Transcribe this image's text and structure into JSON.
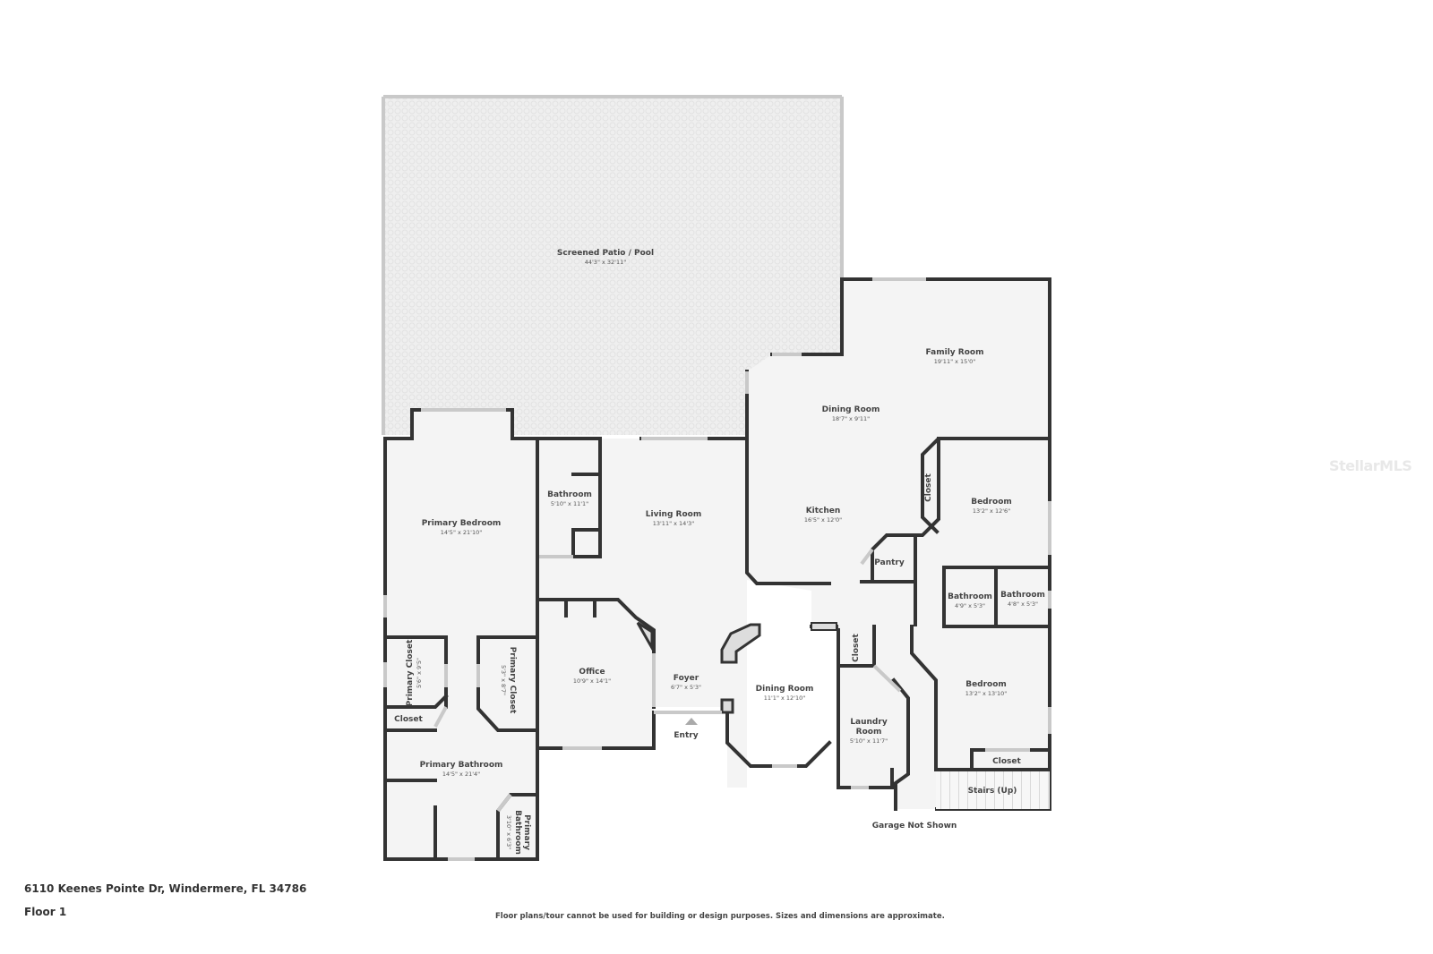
{
  "property": {
    "address": "6110 Keenes Pointe Dr, Windermere, FL 34786",
    "floor": "Floor 1",
    "disclaimer": "Floor plans/tour cannot be used for building or design purposes. Sizes and dimensions are approximate.",
    "watermark": "StellarMLS",
    "garage_note": "Garage Not Shown",
    "entry_label": "Entry"
  },
  "rooms": {
    "patio": {
      "name": "Screened Patio / Pool",
      "dims": "44'3\" x 32'11\""
    },
    "family_room": {
      "name": "Family Room",
      "dims": "19'11\" x 15'0\""
    },
    "dining_room_upper": {
      "name": "Dining Room",
      "dims": "18'7\" x 9'11\""
    },
    "kitchen": {
      "name": "Kitchen",
      "dims": "16'5\" x 12'0\""
    },
    "pantry": {
      "name": "Pantry",
      "dims": ""
    },
    "closet_kitchen": {
      "name": "Closet",
      "dims": ""
    },
    "bedroom_1": {
      "name": "Bedroom",
      "dims": "13'2\" x 12'6\""
    },
    "bathroom_a": {
      "name": "Bathroom",
      "dims": "4'9\" x 5'3\""
    },
    "bathroom_b": {
      "name": "Bathroom",
      "dims": "4'8\" x 5'3\""
    },
    "bedroom_2": {
      "name": "Bedroom",
      "dims": "13'2\" x 13'10\""
    },
    "closet_bedroom2": {
      "name": "Closet",
      "dims": ""
    },
    "stairs": {
      "name": "Stairs (Up)",
      "dims": ""
    },
    "laundry": {
      "name": "Laundry Room",
      "name_line1": "Laundry",
      "name_line2": "Room",
      "dims": "5'10\" x 11'7\""
    },
    "closet_laundry": {
      "name": "Closet",
      "dims": ""
    },
    "dining_room_lower": {
      "name": "Dining Room",
      "dims": "11'1\" x 12'10\""
    },
    "foyer": {
      "name": "Foyer",
      "dims": "6'7\" x 5'3\""
    },
    "office": {
      "name": "Office",
      "dims": "10'9\" x 14'1\""
    },
    "living_room": {
      "name": "Living Room",
      "dims": "13'11\" x 14'3\""
    },
    "bathroom_hall": {
      "name": "Bathroom",
      "dims": "5'10\" x 11'1\""
    },
    "primary_bedroom": {
      "name": "Primary Bedroom",
      "dims": "14'5\" x 21'10\""
    },
    "primary_closet_a": {
      "name": "Primary Closet",
      "dims": "5'6\" x 9'5\""
    },
    "primary_closet_b": {
      "name": "Primary Closet",
      "dims": "5'3\" x 8'7\""
    },
    "closet_primary": {
      "name": "Closet",
      "dims": ""
    },
    "primary_bathroom": {
      "name": "Primary Bathroom",
      "dims": "14'5\" x 21'4\""
    },
    "primary_bathroom_small": {
      "name": "Primary Bathroom",
      "name_line1": "Primary",
      "name_line2": "Bathroom",
      "dims": "3'10\" x 6'3\""
    }
  },
  "colors": {
    "wall": "#333333",
    "floor": "#f4f4f4",
    "window": "#c9c9c9",
    "background": "#ffffff"
  }
}
